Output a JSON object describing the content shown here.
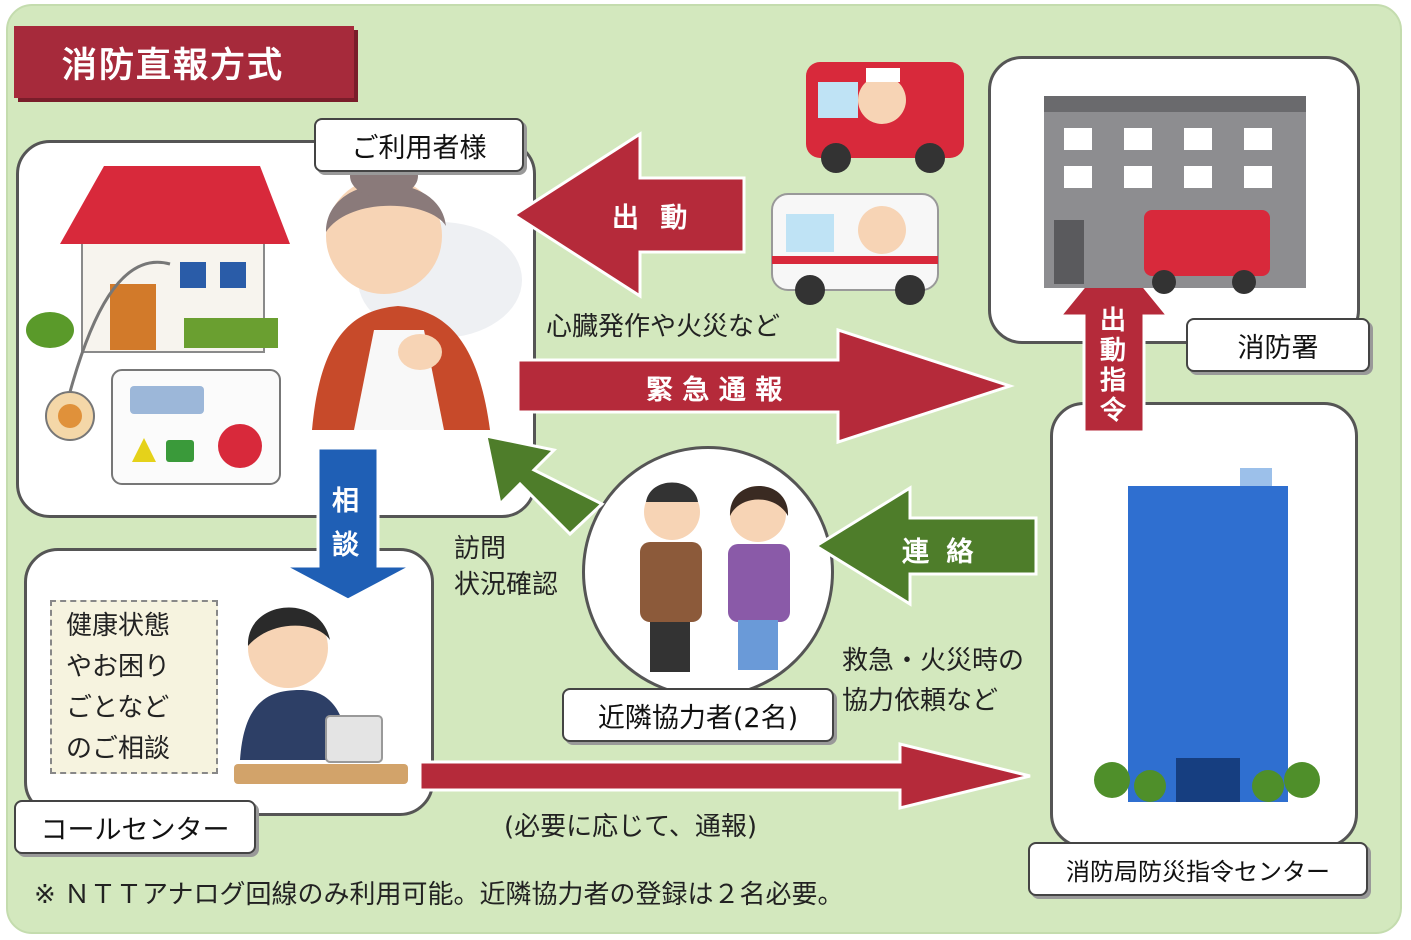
{
  "title": "消防直報方式",
  "labels": {
    "user": "ご利用者様",
    "fire_station": "消防署",
    "call_center": "コールセンター",
    "neighbors": "近隣協力者(2名)",
    "command_center": "消防局防災指令センター"
  },
  "arrows": {
    "dispatch": "出 動",
    "emergency_report": "緊 急 通 報",
    "dispatch_order": "出動指令",
    "consult": "相談",
    "contact": "連 絡"
  },
  "notes": {
    "emergency_example": "心臓発作や火災など",
    "visit_line1": "訪問",
    "visit_line2": "状況確認",
    "request_line1": "救急・火災時の",
    "request_line2": "協力依頼など",
    "consult_line1": "健康状態",
    "consult_line2": "やお困り",
    "consult_line3": "ごとなど",
    "consult_line4": "のご相談",
    "report_if_needed": "(必要に応じて、通報)",
    "footer": "※ ＮＴＴアナログ回線のみ利用可能。近隣協力者の登録は２名必要。"
  },
  "colors": {
    "background": "#d3e8be",
    "red_arrow": "#b52a3a",
    "blue_arrow": "#1f5fb5",
    "green_arrow": "#4e7d2a",
    "title_bg": "#a62a3b"
  }
}
